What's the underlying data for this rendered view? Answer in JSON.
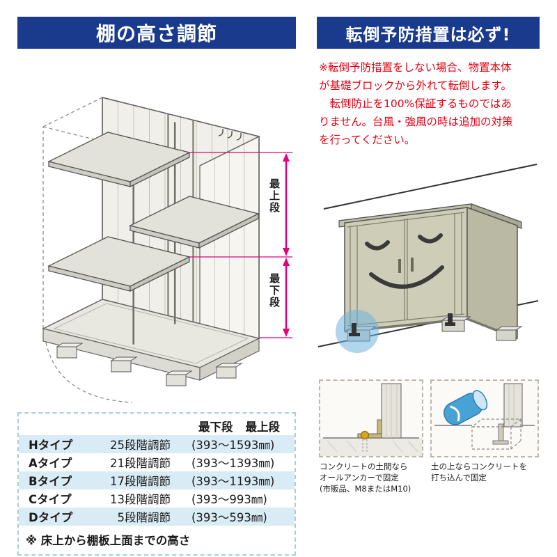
{
  "colors": {
    "header_bg": "#1a3a8e",
    "warning_red": "#e60012",
    "dimension_pink": "#e4007f",
    "table_stripe": "#d9ecf6"
  },
  "left_panel": {
    "header": "棚の高さ調節",
    "dim_label_top": "最上段",
    "dim_label_bottom": "最下段",
    "table": {
      "col_header_bottom": "最下段",
      "col_header_top": "最上段",
      "rows": [
        {
          "type": "Hタイプ",
          "steps": "25段階調節",
          "range": "(393〜1593㎜)"
        },
        {
          "type": "Aタイプ",
          "steps": "21段階調節",
          "range": "(393〜1393㎜)"
        },
        {
          "type": "Bタイプ",
          "steps": "17段階調節",
          "range": "(393〜1193㎜)"
        },
        {
          "type": "Cタイプ",
          "steps": "13段階調節",
          "range": "(393〜993㎜)"
        },
        {
          "type": "Dタイプ",
          "steps": "5段階調節",
          "range": "(393〜593㎜)"
        }
      ],
      "note": "※ 床上から棚板上面までの高さ"
    }
  },
  "right_panel": {
    "header": "転倒予防措置は必ず!",
    "warning": "※転倒予防措置をしない場合、物置本体\nが基礎ブロックから外れて転倒します。\n　転倒防止を100%保証するものではあ\nりません。台風・強風の時は追加の対策\nを行ってください。",
    "detail_left_caption": "コンクリートの土間なら\nオールアンカーで固定\n(市販品、M8またはM10)",
    "detail_right_caption": "土の上ならコンクリートを\n打ち込んで固定"
  }
}
